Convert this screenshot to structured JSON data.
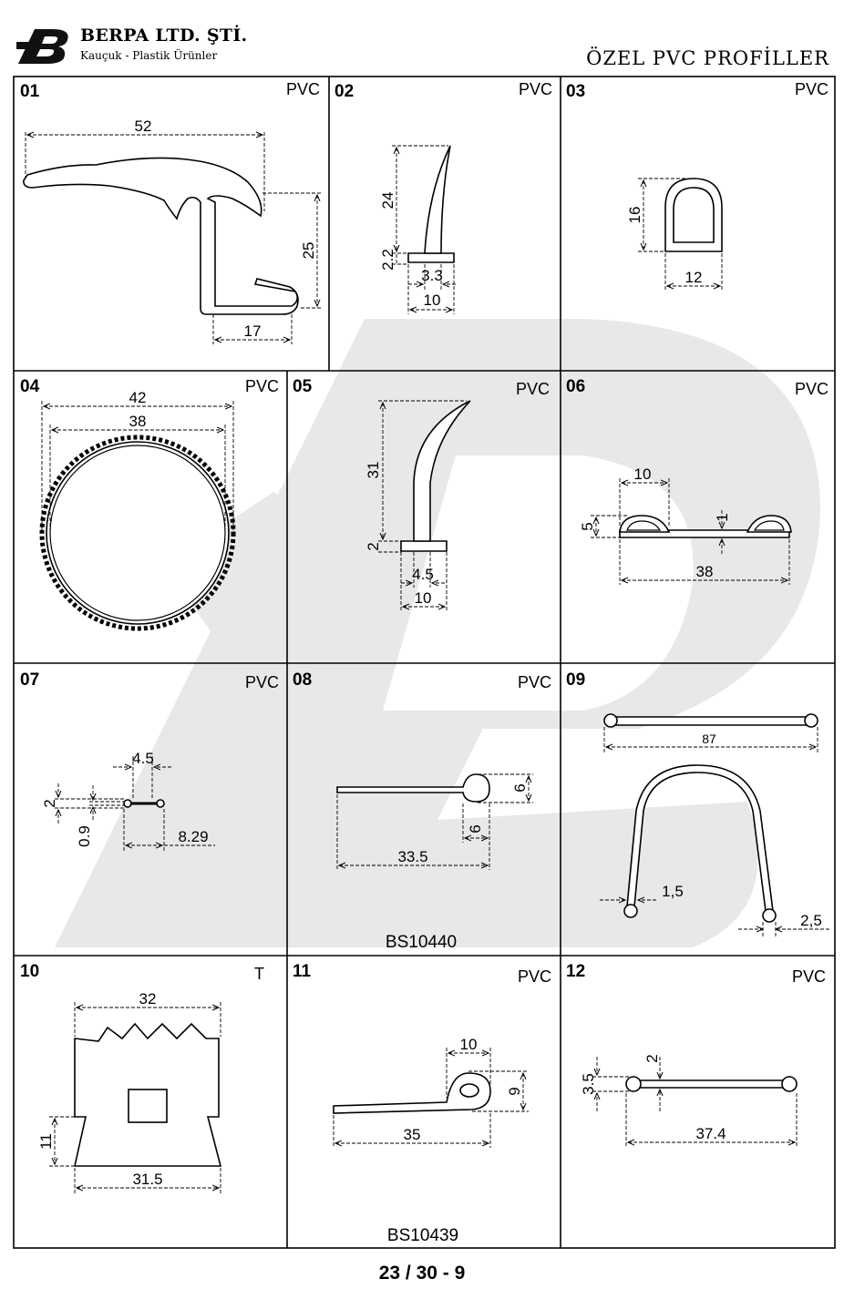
{
  "header": {
    "company": "BERPA LTD. ŞTİ.",
    "tagline": "Kauçuk - Plastik Ürünler",
    "title": "ÖZEL PVC PROFİLLER"
  },
  "page_number": "23 / 30 - 9",
  "profiles": [
    {
      "number": "01",
      "material": "PVC",
      "dimensions": [
        "52",
        "25",
        "17"
      ]
    },
    {
      "number": "02",
      "material": "PVC",
      "dimensions": [
        "24",
        "2.2",
        "3.3",
        "10"
      ]
    },
    {
      "number": "03",
      "material": "PVC",
      "dimensions": [
        "16",
        "12"
      ]
    },
    {
      "number": "04",
      "material": "PVC",
      "dimensions": [
        "42",
        "38"
      ]
    },
    {
      "number": "05",
      "material": "PVC",
      "dimensions": [
        "31",
        "2",
        "4.5",
        "10"
      ]
    },
    {
      "number": "06",
      "material": "PVC",
      "dimensions": [
        "10",
        "5",
        "1",
        "38"
      ]
    },
    {
      "number": "07",
      "material": "PVC",
      "dimensions": [
        "4.5",
        "2",
        "0.9",
        "8.29"
      ]
    },
    {
      "number": "08",
      "material": "PVC",
      "code": "BS10440",
      "dimensions": [
        "6",
        "6",
        "33.5"
      ]
    },
    {
      "number": "09",
      "material": "",
      "dimensions": [
        "87",
        "1,5",
        "2,5"
      ]
    },
    {
      "number": "10",
      "material": "T",
      "dimensions": [
        "32",
        "11",
        "31.5"
      ]
    },
    {
      "number": "11",
      "material": "PVC",
      "code": "BS10439",
      "dimensions": [
        "10",
        "9",
        "35"
      ]
    },
    {
      "number": "12",
      "material": "PVC",
      "dimensions": [
        "2",
        "3.5",
        "37.4"
      ]
    }
  ]
}
